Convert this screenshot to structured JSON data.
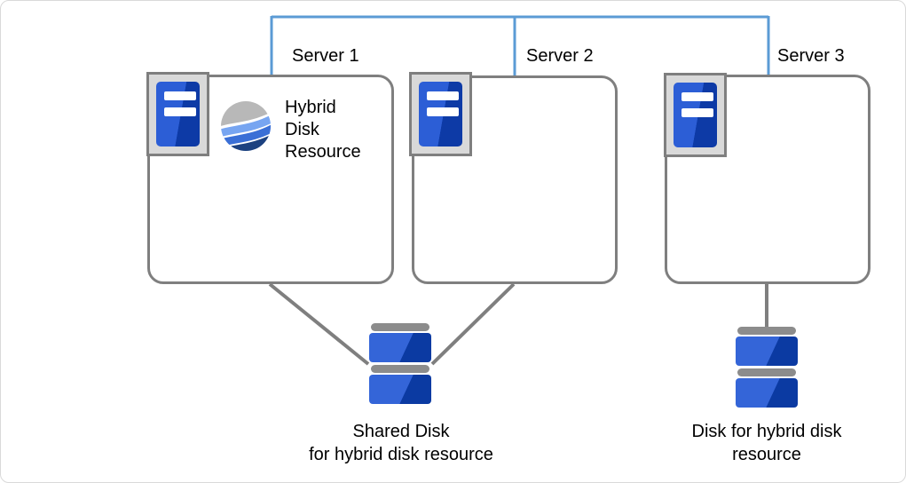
{
  "colors": {
    "page_border": "#d9d9d9",
    "network_line": "#5b9bd5",
    "box_border": "#7f7f7f",
    "connector_gray": "#7f7f7f",
    "icon_frame_fill": "#d9d9d9",
    "icon_frame_border": "#7f7f7f",
    "server_blue_light": "#2c5ed6",
    "server_blue_dark": "#0d3aa6",
    "disk_cap_gray": "#8c8c8c",
    "disk_blue_light": "#3465d8",
    "disk_blue_dark": "#0b3aa2",
    "wave_gray": "#b8b8b8",
    "wave_light_blue": "#77a5f1",
    "wave_mid_blue": "#3a6fd6",
    "wave_dark_blue": "#1c4180",
    "text": "#000000"
  },
  "servers": [
    {
      "label": "Server 1"
    },
    {
      "label": "Server 2"
    },
    {
      "label": "Server 3"
    }
  ],
  "hybrid_disk_resource": {
    "label": "Hybrid\nDisk\nResource"
  },
  "shared_disk": {
    "caption": "Shared Disk\nfor hybrid disk resource"
  },
  "single_disk": {
    "caption": "Disk for hybrid disk\nresource"
  },
  "icons": {
    "server": "server-icon (blue tower with two white slots in gray frame)",
    "hybrid_disk_resource": "wave-sphere-icon (gray/light-blue/blue/navy waves)",
    "disk": "disk-stack-icon (two blue platters with gray caps)"
  }
}
